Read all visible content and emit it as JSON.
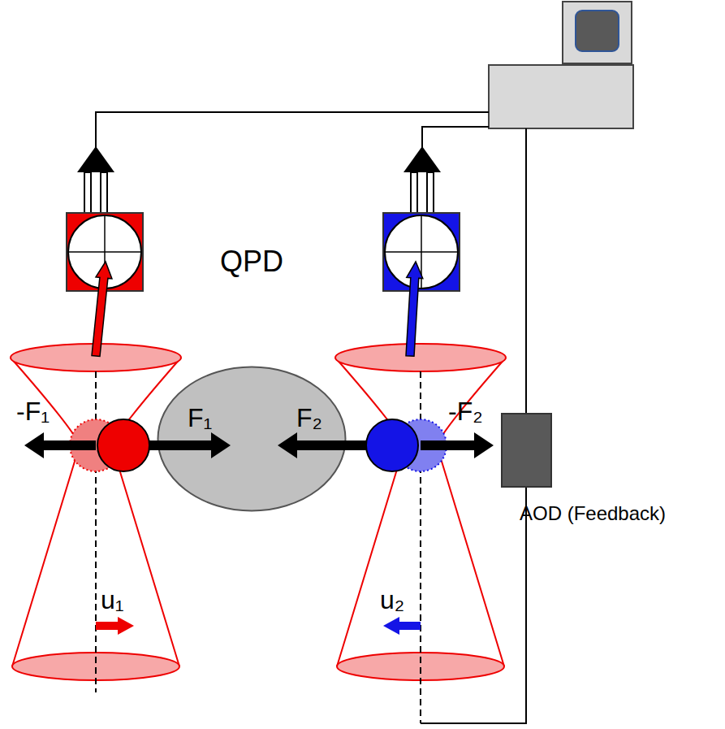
{
  "diagram": {
    "nodes": [
      {
        "text": [
          "F₁",
          "F₂"
        ]
      },
      {
        "text": [
          "AOD (Feedback)"
        ]
      }
    ],
    "labels": [
      "QPD",
      "-F₁",
      "-F₂",
      "u₁",
      "u₂"
    ]
  }
}
